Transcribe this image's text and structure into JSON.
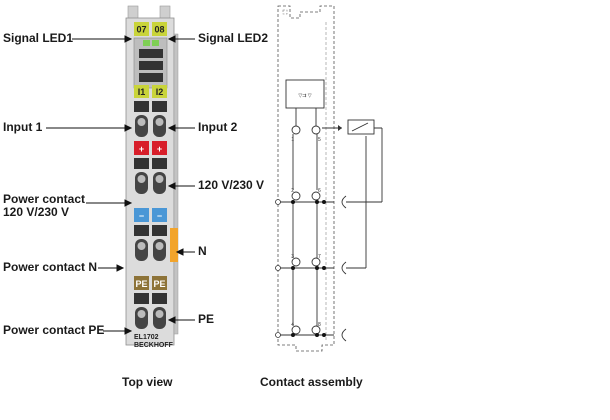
{
  "labels": {
    "signal_led1": "Signal LED1",
    "signal_led2": "Signal LED2",
    "input1": "Input 1",
    "input2": "Input 2",
    "v120_230": "120 V/230 V",
    "power_contact_120_l1": "Power contact",
    "power_contact_120_l2": "120 V/230 V",
    "n": "N",
    "power_contact_n": "Power contact N",
    "pe": "PE",
    "power_contact_pe": "Power contact PE",
    "top_view": "Top view",
    "contact_assembly": "Contact assembly"
  },
  "terminal": {
    "led1": "07",
    "led2": "08",
    "i1": "I1",
    "i2": "I2",
    "plus": "+",
    "minus": "−",
    "pe_left": "PE",
    "pe_right": "PE",
    "model": "EL1702",
    "brand": "BECKHOFF"
  },
  "contacts": [
    "1",
    "5",
    "2",
    "6",
    "3",
    "7",
    "4",
    "8"
  ],
  "colors": {
    "yellow": "#c9d43a",
    "red": "#d81e2a",
    "blue": "#4a97d6",
    "brown": "#8d7338",
    "orange": "#f2a42b",
    "housing": "#dcdcdc",
    "slot": "#2f2f2f"
  }
}
